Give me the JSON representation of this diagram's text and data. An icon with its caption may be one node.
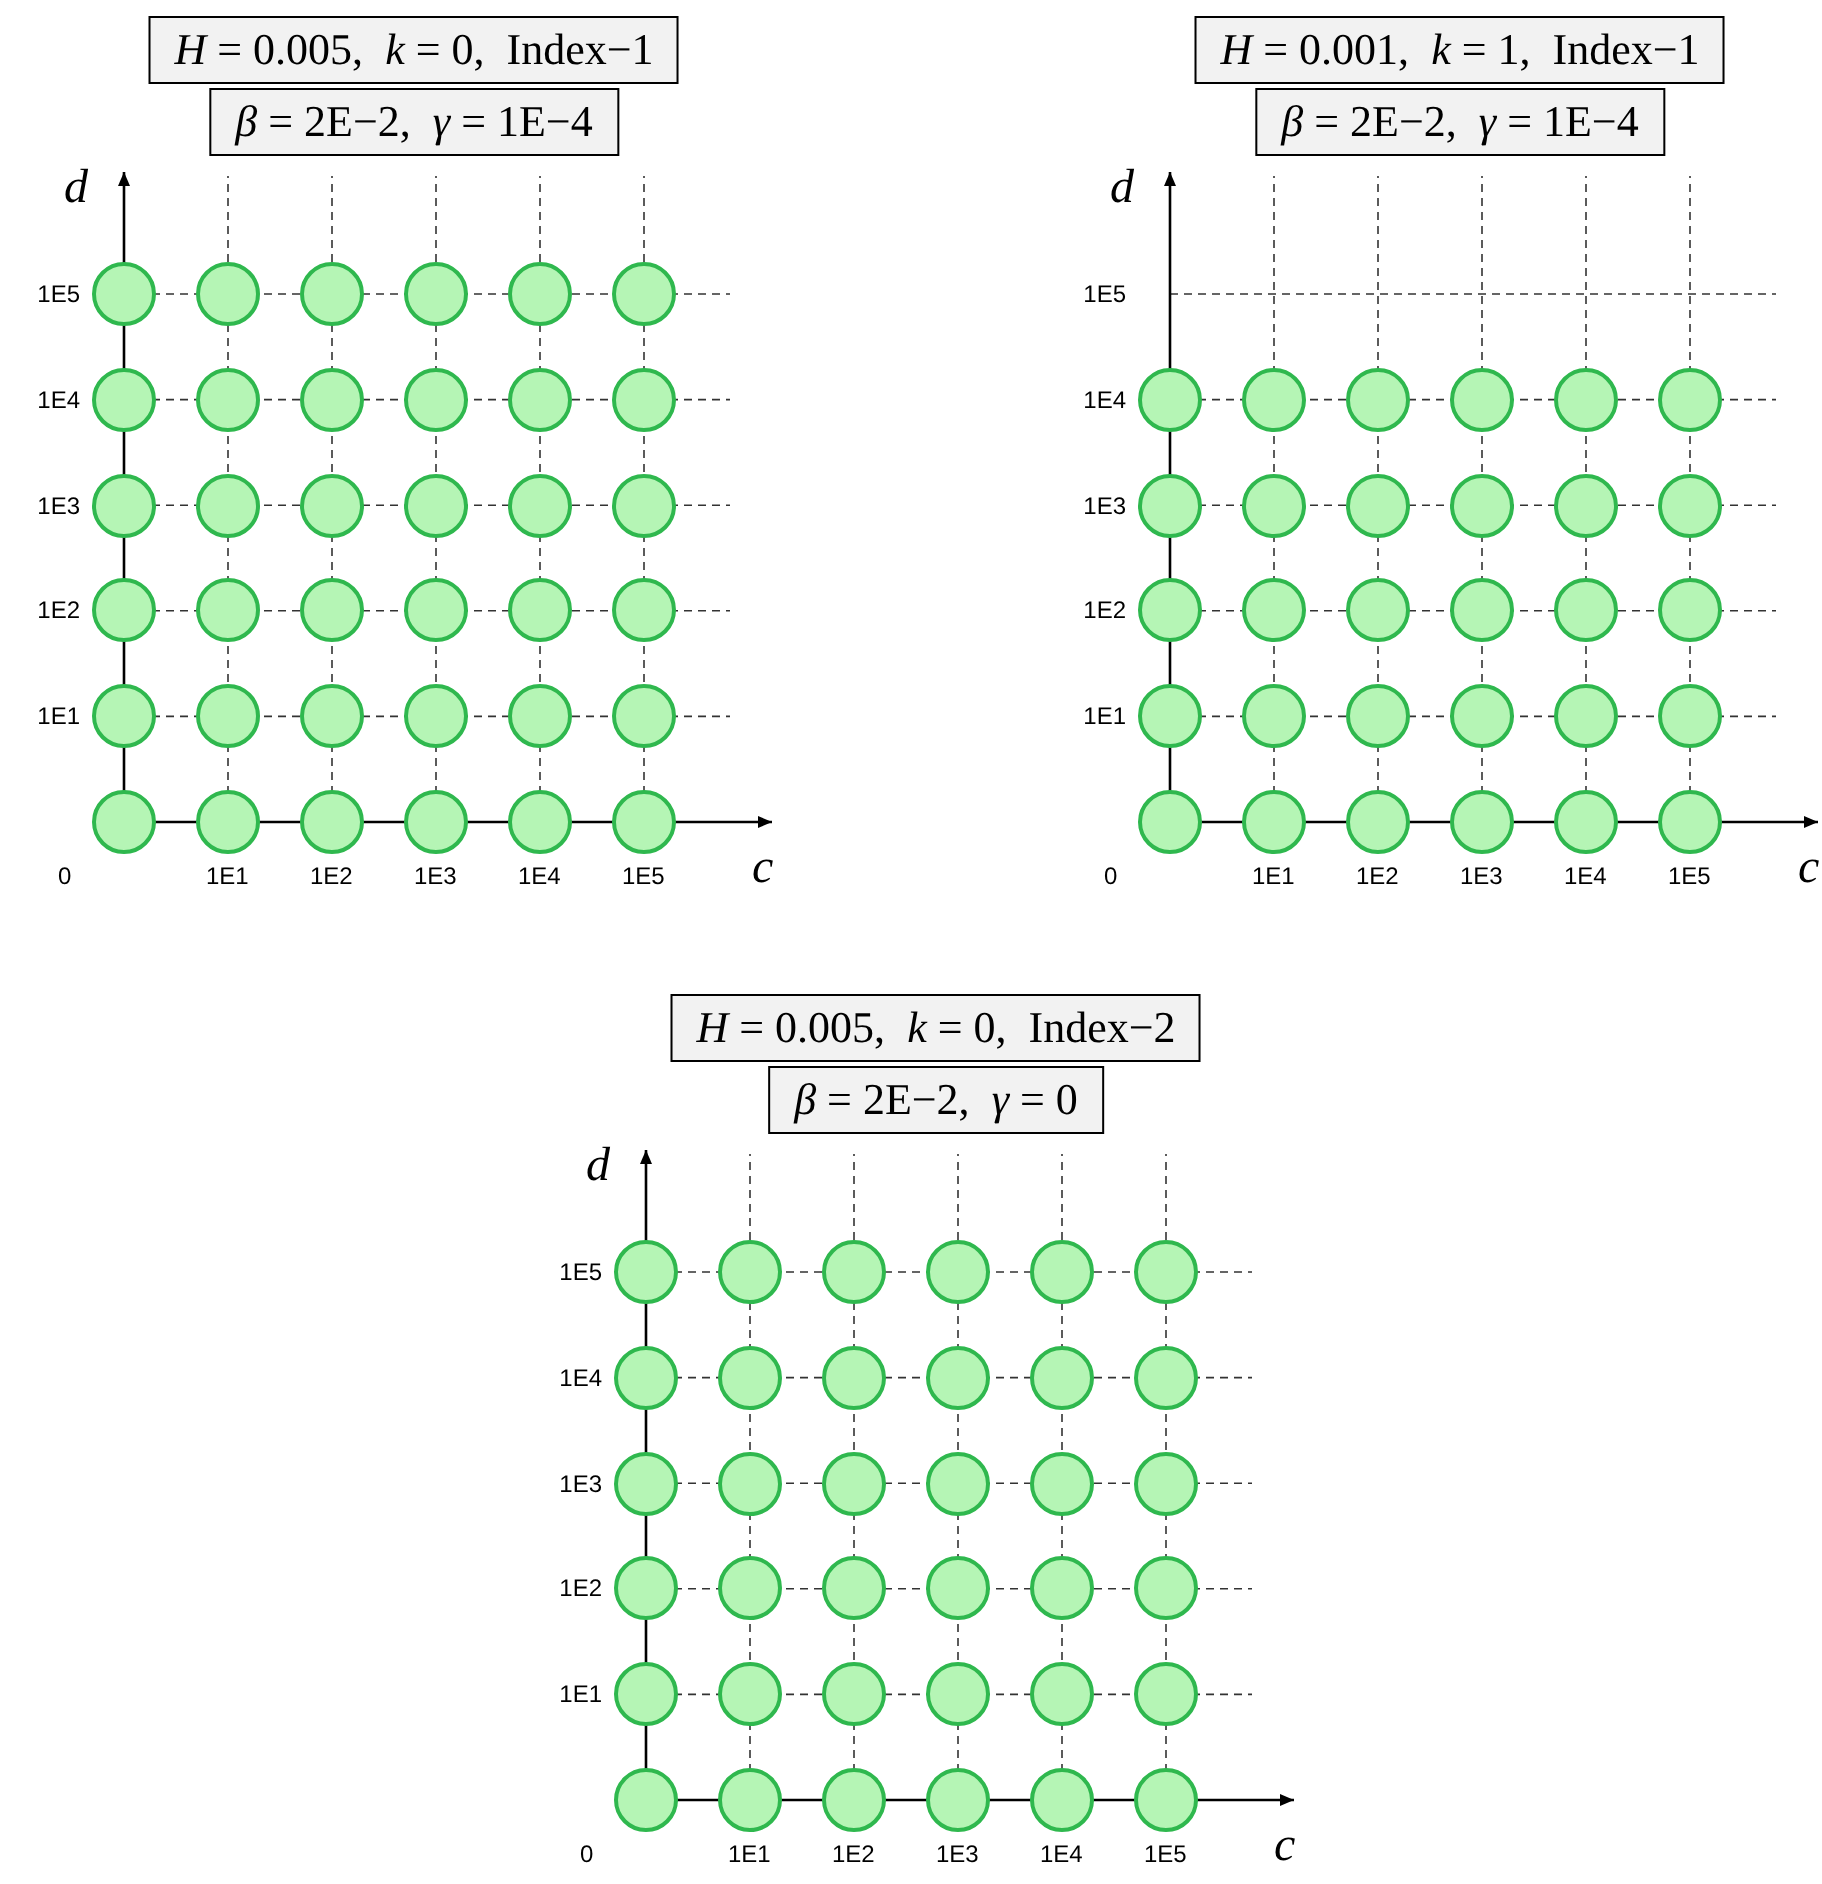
{
  "diagram": {
    "nodes": [
      {
        "text": [
          "*H* = 0.005,  *k* = 0,  Index−1"
        ]
      },
      {
        "text": [
          "*β* = 2E−2,  *γ* = 1E−4"
        ]
      },
      {
        "text": [],
        "shape": "circle"
      },
      {
        "text": [],
        "shape": "circle"
      },
      {
        "text": [],
        "shape": "circle"
      },
      {
        "text": [],
        "shape": "circle"
      },
      {
        "text": [],
        "shape": "circle"
      },
      {
        "text": [],
        "shape": "circle"
      },
      {
        "text": [],
        "shape": "circle"
      },
      {
        "text": [],
        "shape": "circle"
      },
      {
        "text": [],
        "shape": "circle"
      },
      {
        "text": [],
        "shape": "circle"
      },
      {
        "text": [],
        "shape": "circle"
      },
      {
        "text": [],
        "shape": "circle"
      },
      {
        "text": [],
        "shape": "circle"
      },
      {
        "text": [],
        "shape": "circle"
      },
      {
        "text": [],
        "shape": "circle"
      },
      {
        "text": [],
        "shape": "circle"
      },
      {
        "text": [],
        "shape": "circle"
      },
      {
        "text": [],
        "shape": "circle"
      },
      {
        "text": [],
        "shape": "circle"
      },
      {
        "text": [],
        "shape": "circle"
      },
      {
        "text": [],
        "shape": "circle"
      },
      {
        "text": [],
        "shape": "circle"
      },
      {
        "text": [],
        "shape": "circle"
      },
      {
        "text": [],
        "shape": "circle"
      },
      {
        "text": [],
        "shape": "circle"
      },
      {
        "text": [],
        "shape": "circle"
      },
      {
        "text": [],
        "shape": "circle"
      },
      {
        "text": [],
        "shape": "circle"
      },
      {
        "text": [],
        "shape": "circle"
      },
      {
        "text": [],
        "shape": "circle"
      },
      {
        "text": [],
        "shape": "circle"
      },
      {
        "text": [],
        "shape": "circle"
      },
      {
        "text": [],
        "shape": "circle"
      },
      {
        "text": [],
        "shape": "circle"
      },
      {
        "text": [],
        "shape": "circle"
      },
      {
        "text": [],
        "shape": "circle"
      },
      {
        "text": [
          "*H* = 0.001,  *k* = 1,  Index−1"
        ]
      },
      {
        "text": [
          "*β* = 2E−2,  *γ* = 1E−4"
        ]
      },
      {
        "text": [],
        "shape": "circle"
      },
      {
        "text": [],
        "shape": "circle"
      },
      {
        "text": [],
        "shape": "circle"
      },
      {
        "text": [],
        "shape": "circle"
      },
      {
        "text": [],
        "shape": "circle"
      },
      {
        "text": [],
        "shape": "circle"
      },
      {
        "text": [],
        "shape": "circle"
      },
      {
        "text": [],
        "shape": "circle"
      },
      {
        "text": [],
        "shape": "circle"
      },
      {
        "text": [],
        "shape": "circle"
      },
      {
        "text": [],
        "shape": "circle"
      },
      {
        "text": [],
        "shape": "circle"
      },
      {
        "text": [],
        "shape": "circle"
      },
      {
        "text": [],
        "shape": "circle"
      },
      {
        "text": [],
        "shape": "circle"
      },
      {
        "text": [],
        "shape": "circle"
      },
      {
        "text": [],
        "shape": "circle"
      },
      {
        "text": [],
        "shape": "circle"
      },
      {
        "text": [],
        "shape": "circle"
      },
      {
        "text": [],
        "shape": "circle"
      },
      {
        "text": [],
        "shape": "circle"
      },
      {
        "text": [],
        "shape": "circle"
      },
      {
        "text": [],
        "shape": "circle"
      },
      {
        "text": [],
        "shape": "circle"
      },
      {
        "text": [],
        "shape": "circle"
      },
      {
        "text": [],
        "shape": "circle"
      },
      {
        "text": [],
        "shape": "circle"
      },
      {
        "text": [],
        "shape": "circle"
      },
      {
        "text": [],
        "shape": "circle"
      },
      {
        "text": [],
        "shape": "circle"
      },
      {
        "text": [
          "*H* = 0.005,  *k* = 0,  Index−2"
        ]
      },
      {
        "text": [
          "*β* = 2E−2,  *γ* = 0"
        ]
      },
      {
        "text": [],
        "shape": "circle"
      },
      {
        "text": [],
        "shape": "circle"
      },
      {
        "text": [],
        "shape": "circle"
      },
      {
        "text": [],
        "shape": "circle"
      },
      {
        "text": [],
        "shape": "circle"
      },
      {
        "text": [],
        "shape": "circle"
      },
      {
        "text": [],
        "shape": "circle"
      },
      {
        "text": [],
        "shape": "circle"
      },
      {
        "text": [],
        "shape": "circle"
      },
      {
        "text": [],
        "shape": "circle"
      },
      {
        "text": [],
        "shape": "circle"
      },
      {
        "text": [],
        "shape": "circle"
      },
      {
        "text": [],
        "shape": "circle"
      },
      {
        "text": [],
        "shape": "circle"
      },
      {
        "text": [],
        "shape": "circle"
      },
      {
        "text": [],
        "shape": "circle"
      },
      {
        "text": [],
        "shape": "circle"
      },
      {
        "text": [],
        "shape": "circle"
      },
      {
        "text": [],
        "shape": "circle"
      },
      {
        "text": [],
        "shape": "circle"
      },
      {
        "text": [],
        "shape": "circle"
      },
      {
        "text": [],
        "shape": "circle"
      },
      {
        "text": [],
        "shape": "circle"
      },
      {
        "text": [],
        "shape": "circle"
      },
      {
        "text": [],
        "shape": "circle"
      },
      {
        "text": [],
        "shape": "circle"
      },
      {
        "text": [],
        "shape": "circle"
      },
      {
        "text": [],
        "shape": "circle"
      },
      {
        "text": [],
        "shape": "circle"
      },
      {
        "text": [],
        "shape": "circle"
      },
      {
        "text": [],
        "shape": "circle"
      },
      {
        "text": [],
        "shape": "circle"
      },
      {
        "text": [],
        "shape": "circle"
      },
      {
        "text": [],
        "shape": "circle"
      },
      {
        "text": [],
        "shape": "circle"
      },
      {
        "text": [],
        "shape": "circle"
      }
    ],
    "labels": [
      "d",
      "1E5",
      "1E4",
      "1E3",
      "1E2",
      "1E1",
      "0",
      "1E1",
      "1E2",
      "1E3",
      "1E4",
      "1E5",
      "c",
      "d",
      "1E5",
      "1E4",
      "1E3",
      "1E2",
      "1E1",
      "0",
      "1E1",
      "1E2",
      "1E3",
      "1E4",
      "1E5",
      "c",
      "d",
      "1E5",
      "1E4",
      "1E3",
      "1E2",
      "1E1",
      "0",
      "1E1",
      "1E2",
      "1E3",
      "1E4",
      "1E5",
      "c"
    ]
  }
}
